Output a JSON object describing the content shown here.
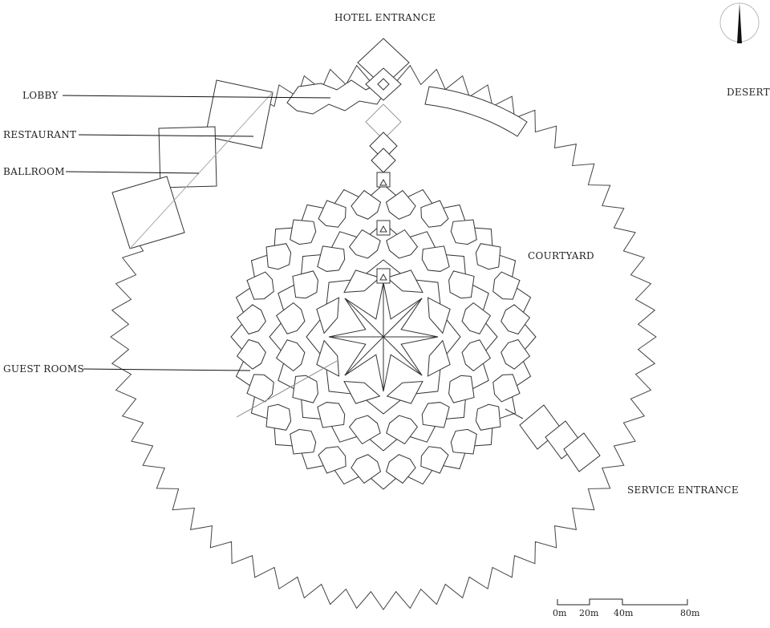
{
  "labels": {
    "hotel_entrance": "HOTEL ENTRANCE",
    "desert": "DESERT",
    "lobby": "LOBBY",
    "restaurant": "RESTAURANT",
    "ballroom": "BALLROOM",
    "courtyard": "COURTYARD",
    "guest_rooms": "GUEST ROOMS",
    "service_entrance": "SERVICE ENTRANCE"
  },
  "scale_bar": {
    "ticks": [
      "0m",
      "20m",
      "40m",
      "80m"
    ]
  },
  "north_arrow": {
    "icon": "north-arrow-icon"
  },
  "colors": {
    "line": "#333333",
    "guide": "#999999"
  }
}
